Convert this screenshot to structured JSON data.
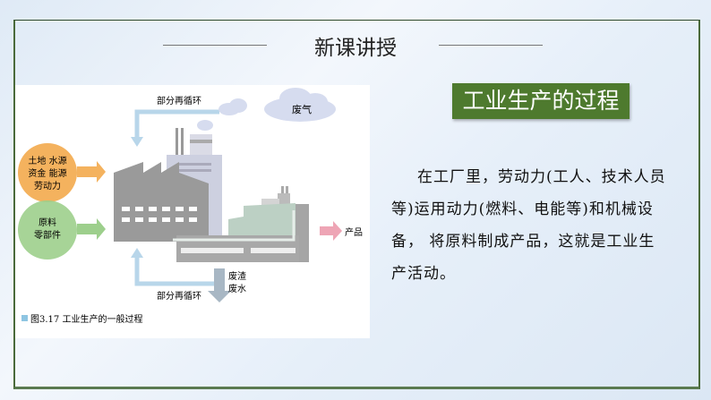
{
  "slide_title": "新课讲授",
  "heading": "工业生产的过程",
  "body_text": "在工厂里，劳动力(工人、技术人员等)运用动力(燃料、电能等)和机械设备， 将原料制成产品，这就是工业生产活动。",
  "figure": {
    "recycle_top": "部分再循环",
    "recycle_bottom": "部分再循环",
    "waste_gas": "废气",
    "inputs_line1": "土地  水源",
    "inputs_line2": "资金  能源",
    "inputs_line3": "劳动力",
    "materials_line1": "原料",
    "materials_line2": "零部件",
    "product": "产品",
    "waste_line1": "废渣",
    "waste_line2": "废水",
    "caption": "图3.17  工业生产的一般过程"
  },
  "colors": {
    "heading_bg": "#4e7a2e",
    "orange": "#f4b25e",
    "green": "#9dcf8c",
    "pink": "#eea5b5",
    "recycle_blue": "#b8d6ea"
  }
}
